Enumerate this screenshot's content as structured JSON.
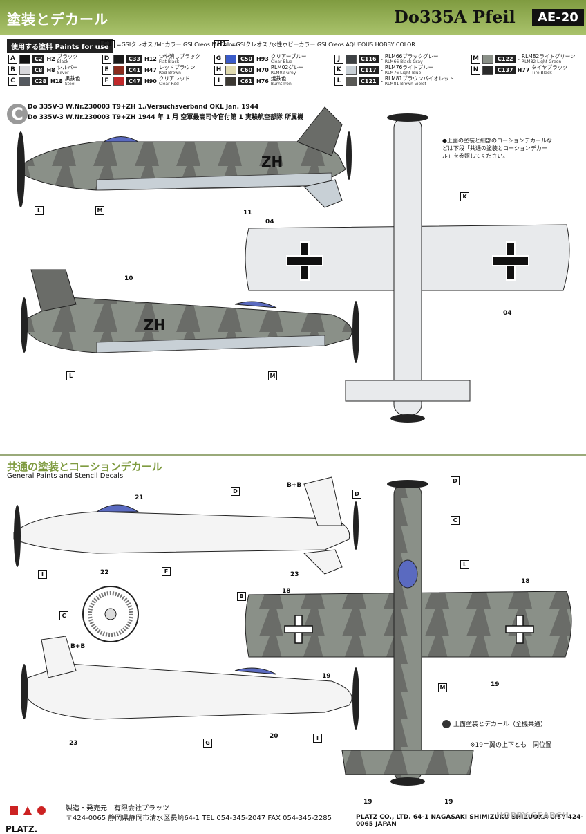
{
  "header": {
    "title_jp": "塗装とデカール",
    "model": "Do335A Pfeil",
    "code": "AE-20"
  },
  "paints": {
    "label": "使用する塗料 Paints for use",
    "c1_box": "C1",
    "c1_text": "=GSIクレオス /Mr.カラー GSI Creos Mr.Color",
    "h1_box": "H1",
    "h1_text": "=GSIクレオス /水性ホビーカラー GSI Creos AQUEOUS HOBBY COLOR",
    "items": [
      {
        "letter": "A",
        "code": "C2",
        "h": "H2",
        "jp": "ブラック",
        "en": "Black",
        "color": "#111111"
      },
      {
        "letter": "B",
        "code": "C8",
        "h": "H8",
        "jp": "シルバー",
        "en": "Silver",
        "color": "#d8d8dc"
      },
      {
        "letter": "C",
        "code": "C28",
        "h": "H18",
        "jp": "黒鉄色",
        "en": "Steel",
        "color": "#555a60"
      },
      {
        "letter": "D",
        "code": "C33",
        "h": "H12",
        "jp": "つや消しブラック",
        "en": "Flat Black",
        "color": "#1a1a1a"
      },
      {
        "letter": "E",
        "code": "C41",
        "h": "H47",
        "jp": "レッドブラウン",
        "en": "Red Brown",
        "color": "#8a2c1e"
      },
      {
        "letter": "F",
        "code": "C47",
        "h": "H90",
        "jp": "クリアレッド",
        "en": "Clear Red",
        "color": "#c0282a"
      },
      {
        "letter": "G",
        "code": "C50",
        "h": "H93",
        "jp": "クリアーブルー",
        "en": "Clear Blue",
        "color": "#3a5bc8"
      },
      {
        "letter": "H",
        "code": "C60",
        "h": "H70",
        "jp": "RLM02グレー",
        "en": "RLM02 Grey",
        "color": "#e2dcb0"
      },
      {
        "letter": "I",
        "code": "C61",
        "h": "H76",
        "jp": "焼鉄色",
        "en": "Burnt Iron",
        "color": "#3c3832"
      },
      {
        "letter": "J",
        "code": "C116",
        "h": "-",
        "jp": "RLM66ブラックグレー",
        "en": "RLM66 Black Gray",
        "color": "#3e4144"
      },
      {
        "letter": "K",
        "code": "C117",
        "h": "-",
        "jp": "RLM76ライトブルー",
        "en": "RLM76 Light Blue",
        "color": "#c8d0d6"
      },
      {
        "letter": "L",
        "code": "C121",
        "h": "-",
        "jp": "RLM81ブラウンバイオレット",
        "en": "RLM81 Brown Violet",
        "color": "#5a5a56"
      },
      {
        "letter": "M",
        "code": "C122",
        "h": "-",
        "jp": "RLM82ライトグリーン",
        "en": "RLM82 Light Green",
        "color": "#8a9088"
      },
      {
        "letter": "N",
        "code": "C137",
        "h": "H77",
        "jp": "タイヤブラック",
        "en": "Tire Black",
        "color": "#2a2a2a"
      }
    ]
  },
  "scheme": {
    "letter": "C",
    "en": "Do 335V-3 W.Nr.230003 T9+ZH 1./Versuchsverband OKL Jan. 1944",
    "jp": "Do 335V-3 W.Nr.230003 T9+ZH 1944 年 1 月 空軍最高司令官付第 1 実験航空部隊 所属機",
    "fuselage_code": "ZH",
    "note": "●上面の塗装と細部のコーションデカールなどは下段「共通の塗装とコーションデカール」を参照してください。",
    "callouts": [
      "L",
      "M",
      "11",
      "10",
      "L",
      "M",
      "04",
      "04",
      "K"
    ]
  },
  "common": {
    "title_jp": "共通の塗装とコーションデカール",
    "title_en": "General Paints and Stencil Decals",
    "callouts": [
      "21",
      "22",
      "23",
      "20",
      "23",
      "18",
      "18",
      "19",
      "19",
      "19",
      "19",
      "B+B",
      "B+B",
      "D",
      "D",
      "D",
      "C",
      "C",
      "L",
      "M",
      "I",
      "I",
      "F",
      "G",
      "B"
    ],
    "legend": "上面塗装とデカール（全機共通）",
    "footnote": "※19＝翼の上下とも　同位置"
  },
  "footer": {
    "logo": "PLATZ.",
    "line1": "製造・発売元　有限会社プラッツ",
    "line2": "〒424-0065 静岡県静岡市清水区長崎64-1 TEL 054-345-2047 FAX 054-345-2285",
    "en": "PLATZ CO., LTD. 64-1 NAGASAKI SHIMIZUKU SHIZUOKA CITY 424-0065 JAPAN",
    "watermark": "HOBBY SEARCH"
  },
  "colors": {
    "accent": "#7f9b40",
    "camo_dark": "#5a5a56",
    "camo_light": "#8a9088",
    "underside": "#c8d0d6"
  }
}
